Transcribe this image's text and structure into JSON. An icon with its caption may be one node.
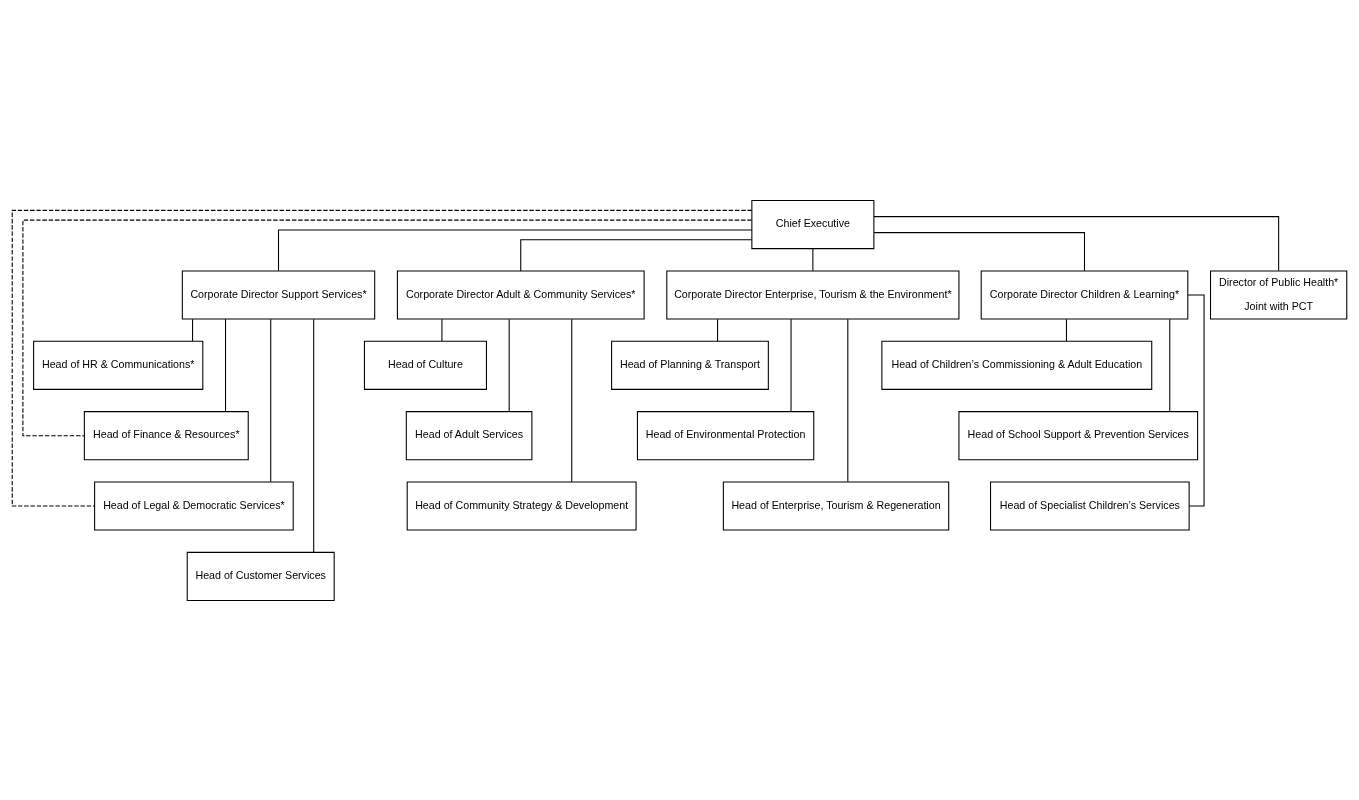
{
  "diagram": {
    "nodes": [
      {
        "text": [
          "Chief Executive"
        ]
      },
      {
        "text": [
          "Corporate Director Support Services*"
        ]
      },
      {
        "text": [
          "Corporate Director Adult & Community Services*"
        ]
      },
      {
        "text": [
          "Corporate Director Enterprise, Tourism & the Environment*"
        ]
      },
      {
        "text": [
          "Corporate Director Children & Learning*"
        ]
      },
      {
        "text": [
          "Director of Public Health*",
          "Joint with PCT"
        ]
      },
      {
        "text": [
          "Head of HR & Communications*"
        ]
      },
      {
        "text": [
          "Head of Finance & Resources*"
        ]
      },
      {
        "text": [
          "Head of Legal & Democratic Services*"
        ]
      },
      {
        "text": [
          "Head of Customer Services"
        ]
      },
      {
        "text": [
          "Head of Culture"
        ]
      },
      {
        "text": [
          "Head of Adult Services"
        ]
      },
      {
        "text": [
          "Head of Community Strategy & Development"
        ]
      },
      {
        "text": [
          "Head of Planning & Transport"
        ]
      },
      {
        "text": [
          "Head of Environmental Protection"
        ]
      },
      {
        "text": [
          "Head of Enterprise, Tourism & Regeneration"
        ]
      },
      {
        "text": [
          "Head of Children’s Commissioning & Adult Education"
        ]
      },
      {
        "text": [
          "Head of School Support & Prevention Services"
        ]
      },
      {
        "text": [
          "Head of Specialist Children’s Services"
        ]
      }
    ],
    "edges": [
      {
        "from": 0,
        "to": 1,
        "arrow": "none"
      },
      {
        "from": 0,
        "to": 2,
        "arrow": "none"
      },
      {
        "from": 0,
        "to": 3,
        "arrow": "none"
      },
      {
        "from": 0,
        "to": 4,
        "arrow": "none"
      },
      {
        "from": 0,
        "to": 5,
        "arrow": "none"
      },
      {
        "from": 1,
        "to": 6,
        "arrow": "none"
      },
      {
        "from": 1,
        "to": 7,
        "arrow": "none"
      },
      {
        "from": 1,
        "to": 8,
        "arrow": "none"
      },
      {
        "from": 1,
        "to": 9,
        "arrow": "none"
      },
      {
        "from": 2,
        "to": 10,
        "arrow": "none"
      },
      {
        "from": 2,
        "to": 11,
        "arrow": "none"
      },
      {
        "from": 2,
        "to": 12,
        "arrow": "none"
      },
      {
        "from": 3,
        "to": 13,
        "arrow": "none"
      },
      {
        "from": 3,
        "to": 14,
        "arrow": "none"
      },
      {
        "from": 3,
        "to": 15,
        "arrow": "none"
      },
      {
        "from": 4,
        "to": 16,
        "arrow": "none"
      },
      {
        "from": 4,
        "to": 17,
        "arrow": "none"
      },
      {
        "from": 4,
        "to": 18,
        "arrow": "none"
      },
      {
        "from": 0,
        "to": 7,
        "arrow": "none",
        "style": "dashed"
      },
      {
        "from": 0,
        "to": 8,
        "arrow": "none",
        "style": "dashed"
      }
    ]
  }
}
